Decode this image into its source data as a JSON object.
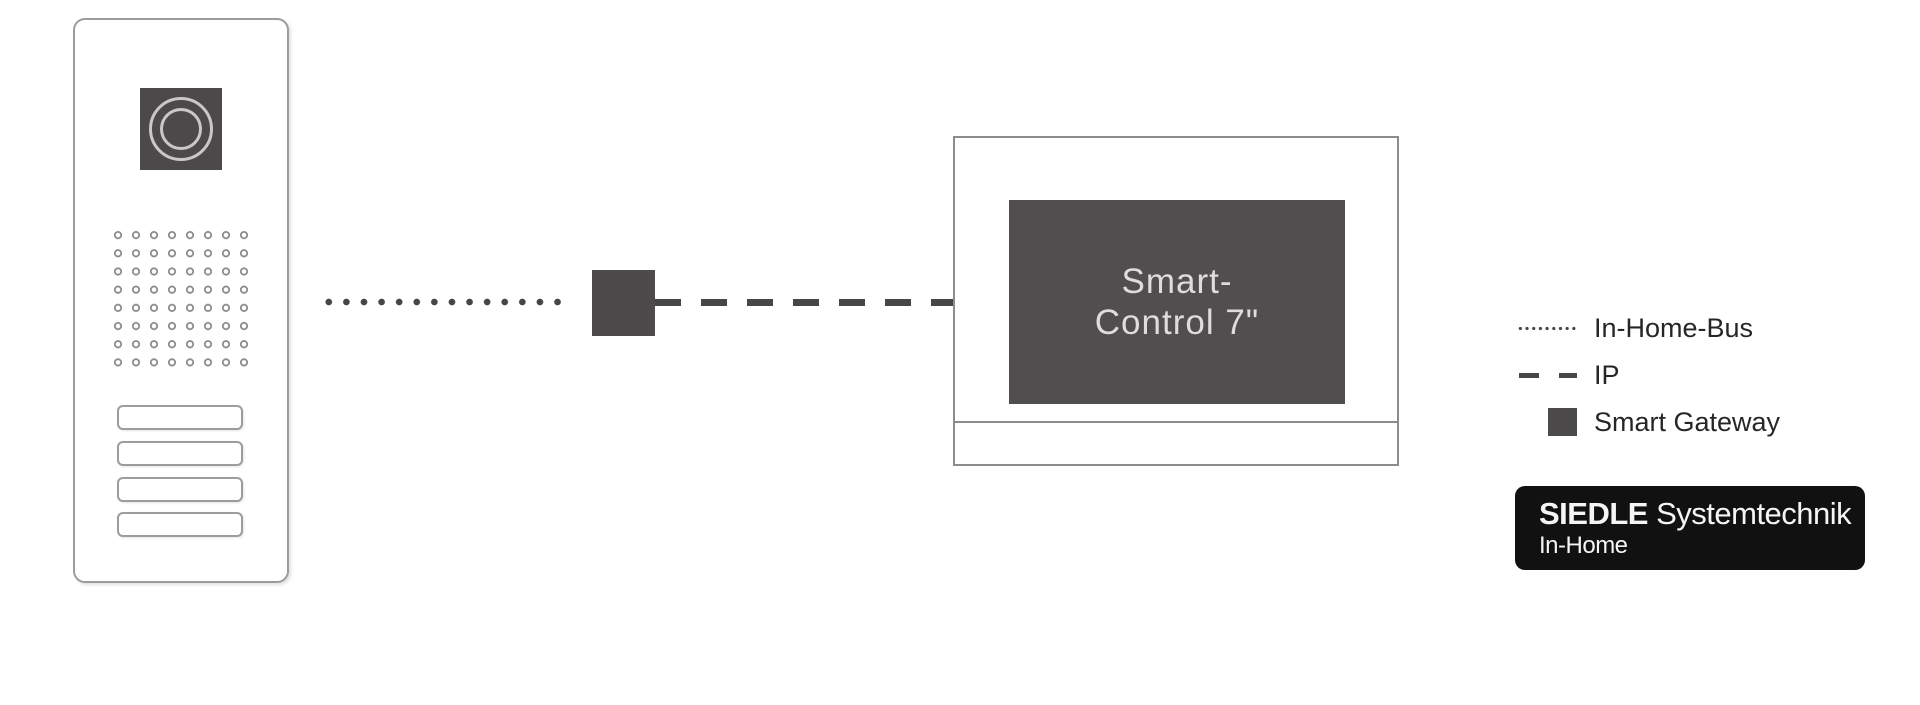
{
  "devices": {
    "door_station": {
      "icon": "door-station-with-camera-icon",
      "call_buttons": 4
    },
    "smart_gateway": {
      "icon": "smart-gateway-square-icon"
    },
    "smart_control": {
      "line1": "Smart-",
      "line2": "Control 7\""
    }
  },
  "connections": [
    {
      "style": "dotted",
      "type": "In-Home-Bus"
    },
    {
      "style": "dashed",
      "type": "IP"
    }
  ],
  "legend": {
    "items": [
      {
        "symbol": "dotted-line",
        "label": "In-Home-Bus"
      },
      {
        "symbol": "dashed-line",
        "label": "IP"
      },
      {
        "symbol": "filled-square",
        "label": "Smart Gateway"
      }
    ]
  },
  "logo": {
    "brand": "SIEDLE",
    "product": "Systemtechnik",
    "subline": "In-Home"
  },
  "colors": {
    "element_dark": "#4c4a4a",
    "line_dark": "#474545",
    "station_outline": "#9c9c9c",
    "panel_outline": "#8c8c8c",
    "screen_bg": "#504e4e",
    "screen_text": "#dedcdc",
    "legend_text": "#262626",
    "logo_bg": "#111111"
  }
}
